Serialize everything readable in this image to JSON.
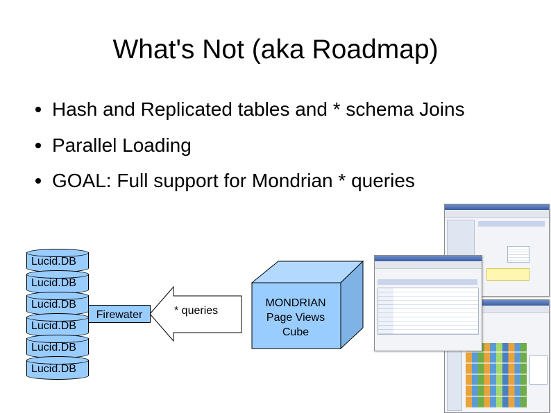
{
  "slide": {
    "title": "What's Not (aka Roadmap)",
    "bullets": [
      "Hash and Replicated tables and * schema Joins",
      "Parallel Loading",
      "GOAL: Full support for Mondrian * queries"
    ]
  },
  "diagram": {
    "databases": [
      "Lucid.DB",
      "Lucid.DB",
      "Lucid.DB",
      "Lucid.DB",
      "Lucid.DB",
      "Lucid.DB"
    ],
    "firewater_label": "Firewater",
    "arrow_label": "* queries",
    "cube_lines": [
      "MONDRIAN",
      "Page Views",
      "Cube"
    ],
    "colors": {
      "db_fill": "#99ccff",
      "cube_fill": "#99ccff",
      "arrow_fill": "#ffffff"
    }
  }
}
